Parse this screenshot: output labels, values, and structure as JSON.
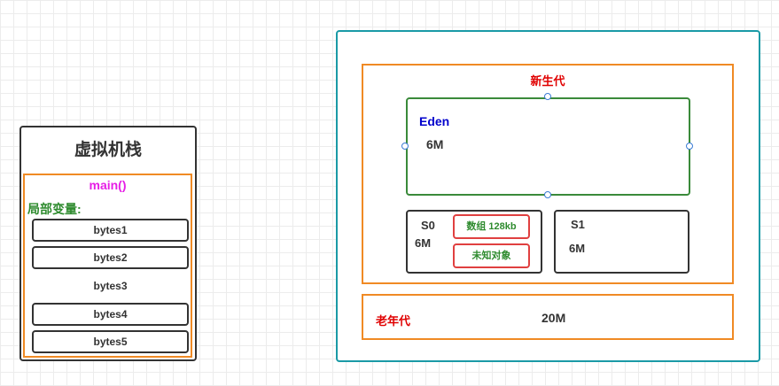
{
  "stack": {
    "title": "虚拟机栈",
    "frame": {
      "title": "main()",
      "locals_label": "局部变量:",
      "vars": [
        "bytes1",
        "bytes2",
        "bytes3",
        "bytes4",
        "bytes5"
      ]
    }
  },
  "heap": {
    "young": {
      "title": "新生代",
      "eden": {
        "title": "Eden",
        "size": "6M"
      },
      "s0": {
        "title": "S0",
        "size": "6M",
        "objects": [
          "数组 128kb",
          "未知对象"
        ]
      },
      "s1": {
        "title": "S1",
        "size": "6M"
      }
    },
    "old": {
      "title": "老年代",
      "size": "20M"
    }
  },
  "colors": {
    "stack_border": "#333333",
    "frame_border": "#f08a24",
    "frame_title": "#e61ee6",
    "locals_label": "#2e8b2e",
    "heap_border": "#1a9aa6",
    "eden_border": "#3a8a3a",
    "eden_title": "#0000cc",
    "generation_title": "#e00000",
    "object_border": "#e04040"
  }
}
